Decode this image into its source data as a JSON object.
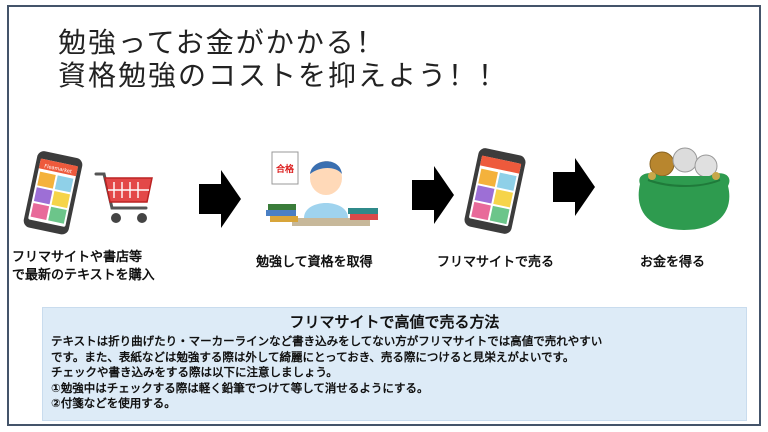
{
  "title": {
    "line1": "勉強ってお金がかかる！",
    "line2": "資格勉強のコストを抑えよう！！"
  },
  "steps": [
    {
      "caption_lines": [
        "フリマサイトや書店等",
        "で最新のテキストを購入"
      ],
      "icon": "phone-and-shopping-cart"
    },
    {
      "caption_lines": [
        "勉強して資格を取得"
      ],
      "icon": "studying-student"
    },
    {
      "caption_lines": [
        "フリマサイトで売る"
      ],
      "icon": "flea-market-phone"
    },
    {
      "caption_lines": [
        "お金を得る"
      ],
      "icon": "coin-purse"
    }
  ],
  "illustration_text": {
    "phone_app_banner": "Fleamarket",
    "exam_sign": "合格"
  },
  "info": {
    "heading": "フリマサイトで高値で売る方法",
    "lines": [
      "テキストは折り曲げたり・マーカーラインなど書き込みをしてない方がフリマサイトでは高値で売れやすい",
      "です。また、表紙などは勉強する際は外して綺麗にとっておき、売る際につけると見栄えがよいです。",
      "チェックや書き込みをする際は以下に注意しましょう。",
      "①勉強中はチェックする際は軽く鉛筆でつけて等して消せるようにする。",
      "②付箋などを使用する。"
    ]
  },
  "colors": {
    "frame": "#44546a",
    "info_bg": "#ddebf7",
    "phone_accent": "#ee5a3c",
    "purse_green": "#2e9b4f"
  }
}
